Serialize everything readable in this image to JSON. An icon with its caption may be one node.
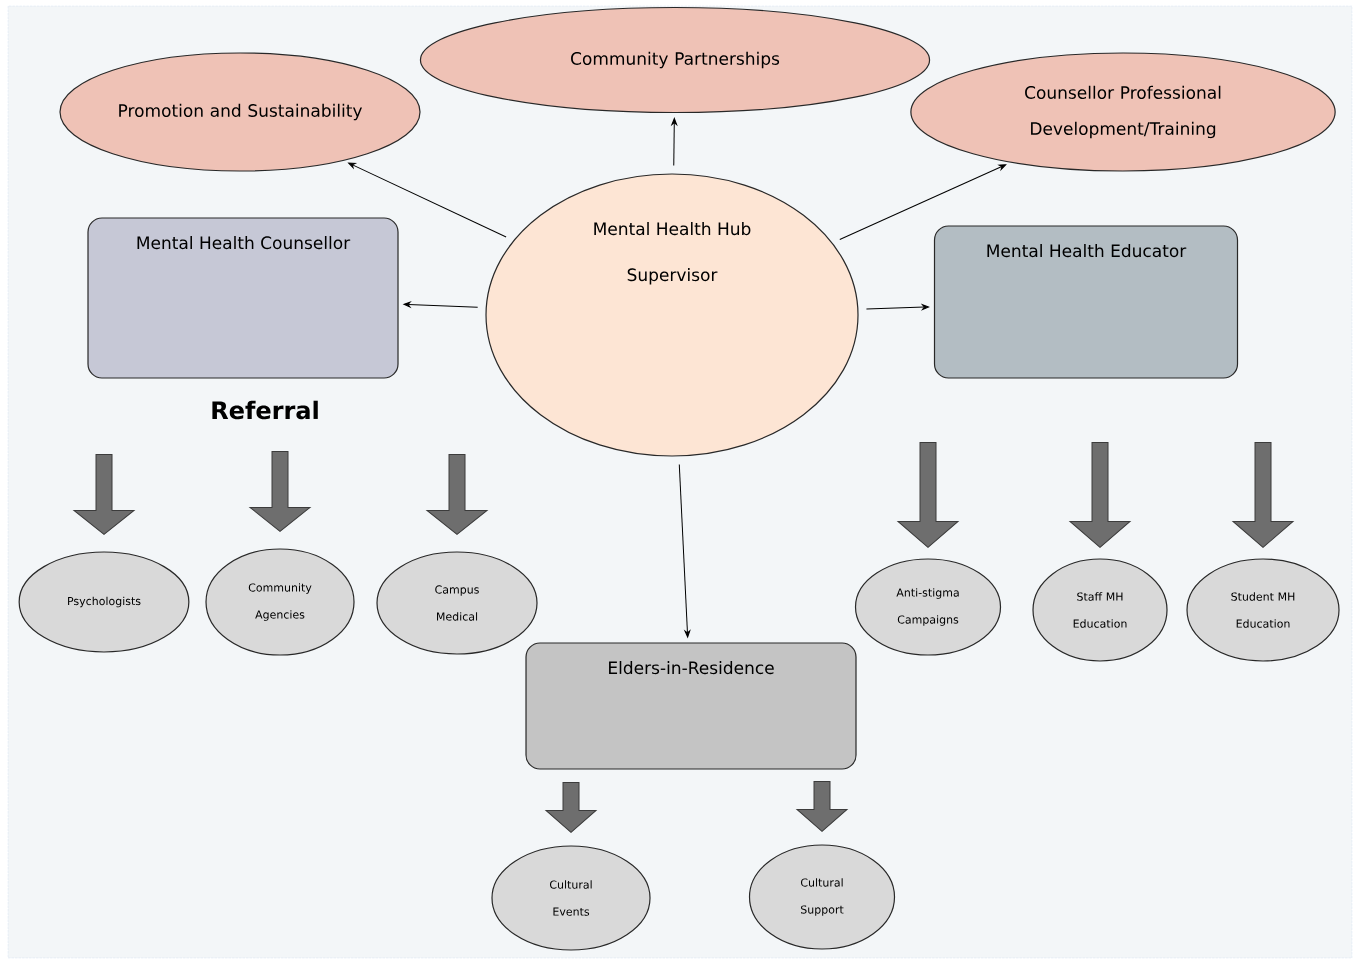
{
  "diagram": {
    "nodes": [
      {
        "text": [
          "Promotion and Sustainability"
        ]
      },
      {
        "text": [
          "Community Partnerships"
        ]
      },
      {
        "text": [
          "Counsellor Professional Development/Training"
        ]
      },
      {
        "text": [
          "Mental Health Hub Supervisor"
        ]
      },
      {
        "text": [
          "Mental Health Counsellor"
        ]
      },
      {
        "text": [
          "Mental Health Educator"
        ]
      },
      {
        "text": [
          "Psychologists"
        ]
      },
      {
        "text": [
          "Community Agencies"
        ]
      },
      {
        "text": [
          "Campus Medical"
        ]
      },
      {
        "text": [
          "Elders-in-Residence"
        ]
      },
      {
        "text": [
          "Anti-stigma Campaigns"
        ]
      },
      {
        "text": [
          "Staff MH Education"
        ]
      },
      {
        "text": [
          "Student MH Education"
        ]
      },
      {
        "text": [
          "Cultural Events"
        ]
      },
      {
        "text": [
          "Cultural Support"
        ]
      }
    ],
    "edges": [
      {
        "from": 3,
        "to": 0,
        "arrow": "to",
        "color": "#000000"
      },
      {
        "from": 3,
        "to": 1,
        "arrow": "to",
        "color": "#000000"
      },
      {
        "from": 3,
        "to": 2,
        "arrow": "to",
        "color": "#000000"
      },
      {
        "from": 3,
        "to": 4,
        "arrow": "to",
        "color": "#000000"
      },
      {
        "from": 3,
        "to": 5,
        "arrow": "to",
        "color": "#000000"
      },
      {
        "from": 3,
        "to": 9,
        "arrow": "to",
        "color": "#000000"
      },
      {
        "from": null,
        "to": 6,
        "arrow": "to",
        "style": "thick"
      },
      {
        "from": null,
        "to": 7,
        "arrow": "to",
        "style": "thick"
      },
      {
        "from": null,
        "to": 8,
        "arrow": "to",
        "style": "thick"
      },
      {
        "from": null,
        "to": 10,
        "arrow": "to",
        "style": "thick"
      },
      {
        "from": null,
        "to": 11,
        "arrow": "to",
        "style": "thick"
      },
      {
        "from": null,
        "to": 12,
        "arrow": "to",
        "style": "thick"
      },
      {
        "from": null,
        "to": 13,
        "arrow": "to",
        "style": "thick"
      },
      {
        "from": null,
        "to": 14,
        "arrow": "to",
        "style": "thick"
      }
    ],
    "labels": [
      "Referral"
    ]
  }
}
